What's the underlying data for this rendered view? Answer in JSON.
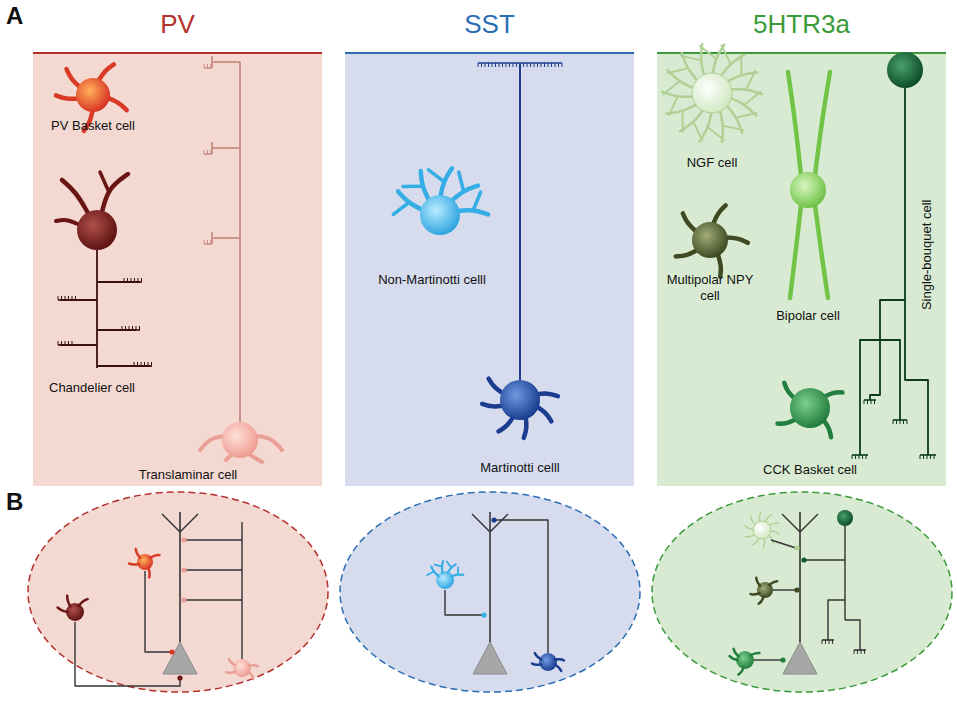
{
  "diagram": {
    "nodes": [
      {
        "text": [
          "PV"
        ]
      },
      {
        "text": [
          "PV Basket cell"
        ],
        "in": 0
      },
      {
        "text": [
          "Chandelier cell"
        ],
        "in": 0
      },
      {
        "text": [
          "Translaminar cell"
        ],
        "in": 0
      },
      {
        "text": [
          "SST"
        ]
      },
      {
        "text": [
          "Non-Martinotti celll"
        ],
        "in": 4
      },
      {
        "text": [
          "Martinotti celll"
        ],
        "in": 4
      },
      {
        "text": [
          "5HTR3a"
        ]
      },
      {
        "text": [
          "NGF cell"
        ],
        "in": 7
      },
      {
        "text": [
          "Bipolar cell"
        ],
        "in": 7
      },
      {
        "text": [
          "Multipolar NPY cell"
        ],
        "in": 7
      },
      {
        "text": [
          "CCK Basket cell"
        ],
        "in": 7
      },
      {
        "text": [
          "Single-bouquet cell"
        ],
        "in": 7
      }
    ],
    "labels": [
      "A",
      "B"
    ]
  }
}
